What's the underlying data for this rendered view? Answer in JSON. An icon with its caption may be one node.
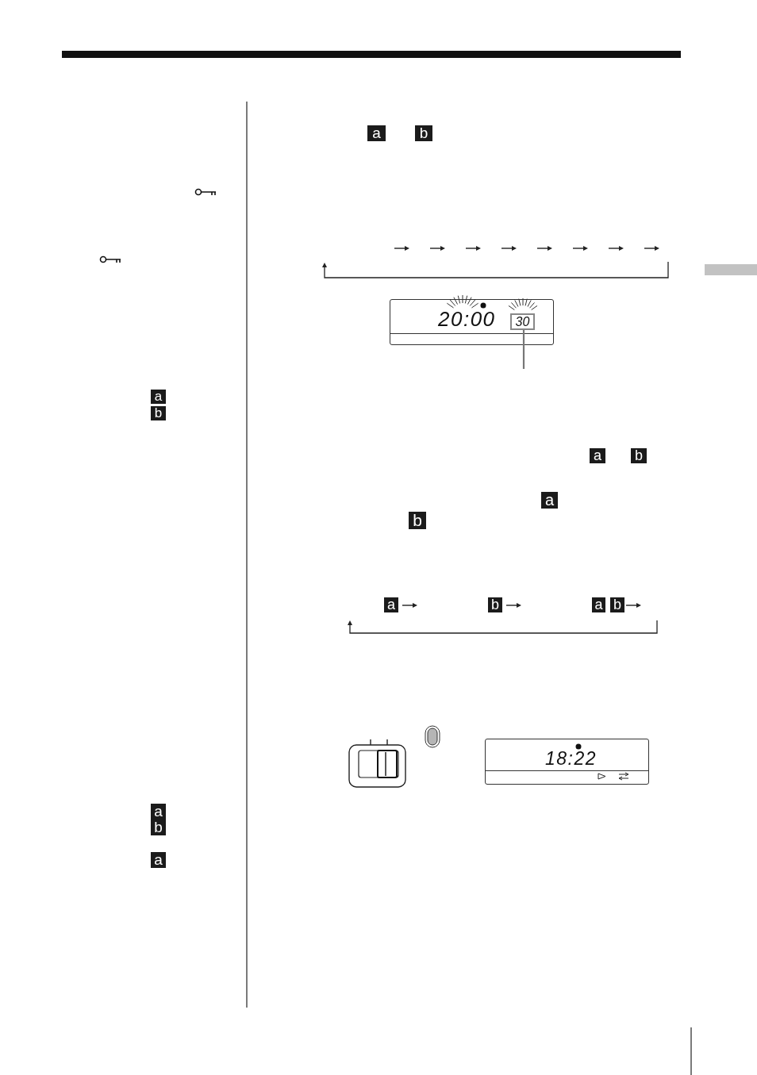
{
  "diagram": {
    "nodes": [
      {
        "text": [
          "20:00"
        ]
      },
      {
        "text": [
          "30"
        ],
        "in": 0
      },
      {
        "text": [
          "18:22"
        ]
      }
    ],
    "edges": [
      {
        "from": null,
        "to": 1,
        "arrow": "none"
      }
    ],
    "labels": [
      "a",
      "b",
      "a",
      "b",
      "a",
      "b",
      "a",
      "b",
      "a",
      "b",
      "a",
      "b",
      "a",
      "b",
      "a"
    ]
  }
}
